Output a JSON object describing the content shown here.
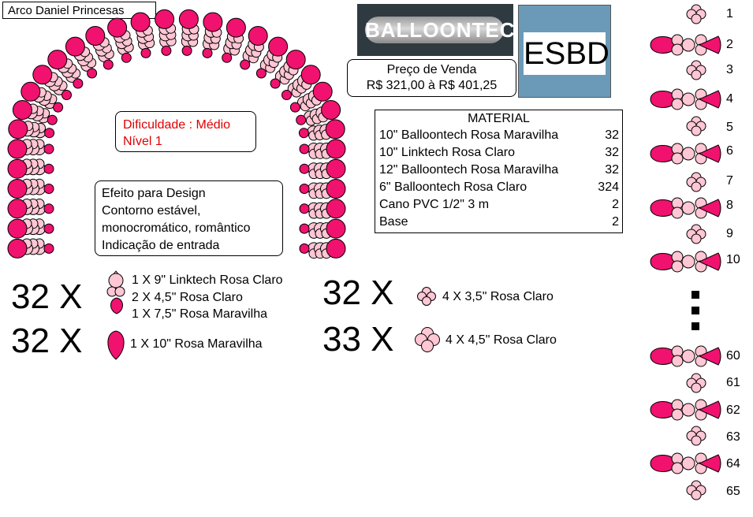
{
  "title": "Arco Daniel Princesas",
  "colors": {
    "rosa_maravilha": "#f0126e",
    "rosa_claro": "#ffc6d4",
    "outline": "#000000",
    "difficulty_text": "#e00000"
  },
  "difficulty": {
    "line1": "Dificuldade : Médio",
    "line2": "Nível 1"
  },
  "design": {
    "line1": "Efeito para Design",
    "line2": "Contorno estável,",
    "line3": "monocromático, romântico",
    "line4": "Indicação de entrada"
  },
  "logos": {
    "balloontech": "BALLOONTECH",
    "esbd": "ESBD"
  },
  "price": {
    "label": "Preço de Venda",
    "value": "R$ 321,00 à  R$ 401,25"
  },
  "material": {
    "title": "MATERIAL",
    "items": [
      {
        "name": "10\" Balloontech Rosa Maravilha",
        "qty": "32"
      },
      {
        "name": "10\" Linktech Rosa Claro",
        "qty": "32"
      },
      {
        "name": "12\" Balloontech Rosa Maravilha",
        "qty": "32"
      },
      {
        "name": "6\" Balloontech Rosa Claro",
        "qty": "324"
      },
      {
        "name": "Cano  PVC 1/2\" 3 m",
        "qty": "2"
      },
      {
        "name": "Base",
        "qty": "2"
      }
    ]
  },
  "modules": [
    {
      "count": "32 X",
      "lines": [
        "1 X 9\" Linktech Rosa Claro",
        "2 X 4,5\" Rosa Claro",
        "1 X 7,5\" Rosa Maravilha"
      ]
    },
    {
      "count": "32 X",
      "lines": [
        "1 X 10\" Rosa Maravilha"
      ]
    },
    {
      "count": "32 X",
      "lines": [
        "4 X 3,5\" Rosa Claro"
      ]
    },
    {
      "count": "33 X",
      "lines": [
        "4 X 4,5\" Rosa Claro"
      ]
    }
  ],
  "sequence": {
    "top": [
      "1",
      "2",
      "3",
      "4",
      "5",
      "6",
      "7",
      "8",
      "9",
      "10"
    ],
    "bottom": [
      "60",
      "61",
      "62",
      "63",
      "64",
      "65"
    ]
  }
}
